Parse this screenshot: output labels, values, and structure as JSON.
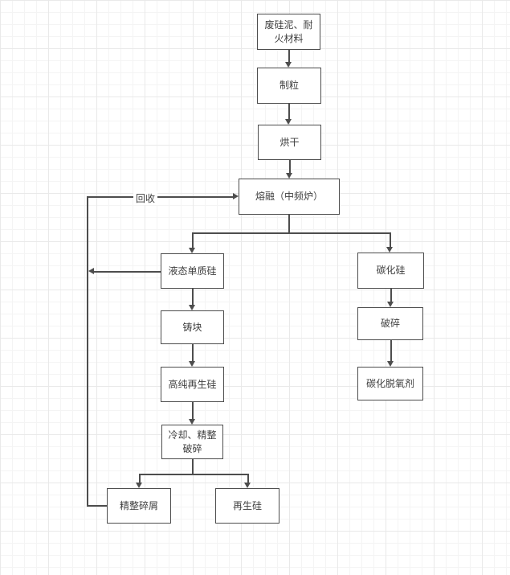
{
  "diagram": {
    "nodes": [
      {
        "id": "waste-silicon-mud",
        "label": "废硅泥、耐\n火材料"
      },
      {
        "id": "granulation",
        "label": "制粒"
      },
      {
        "id": "drying",
        "label": "烘干"
      },
      {
        "id": "melting-furnace",
        "label": "熔融（中频炉）"
      },
      {
        "id": "liquid-silicon",
        "label": "液态单质硅"
      },
      {
        "id": "ingot-casting",
        "label": "铸块"
      },
      {
        "id": "high-purity-regen-silicon",
        "label": "高纯再生硅"
      },
      {
        "id": "cooling-finishing-crushing",
        "label": "冷却、精整\n破碎"
      },
      {
        "id": "finishing-debris",
        "label": "精整碎屑"
      },
      {
        "id": "regen-silicon",
        "label": "再生硅"
      },
      {
        "id": "silicon-carbide",
        "label": "碳化硅"
      },
      {
        "id": "crushing",
        "label": "破碎"
      },
      {
        "id": "carbide-deoxidizer",
        "label": "碳化脱氧剂"
      }
    ],
    "edge_labels": {
      "recycle": "回收"
    }
  },
  "colors": {
    "stroke": "#4d4d4d",
    "text": "#404040",
    "node_fill": "#ffffff",
    "background": "#ffffff",
    "grid_minor": "#f4f4f4",
    "grid_major": "#e9e9e9"
  }
}
